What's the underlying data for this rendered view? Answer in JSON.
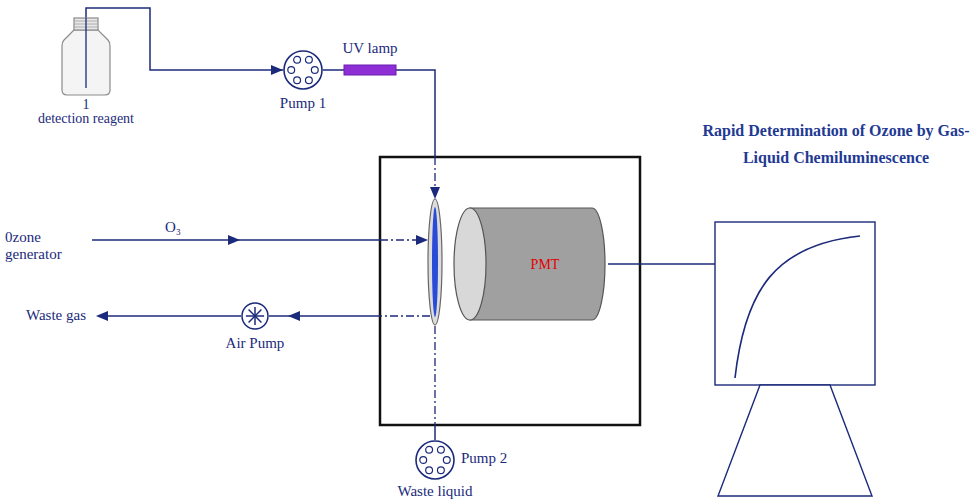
{
  "diagram": {
    "title": "Rapid Determination of Ozone by Gas-Liquid Chemiluminescence",
    "nodes": [
      {
        "text": [
          "1",
          "detection reagent"
        ]
      },
      {
        "text": [
          "Pump 1"
        ]
      },
      {
        "text": [
          "UV lamp"
        ]
      },
      {
        "text": [
          "Air Pump"
        ]
      },
      {
        "text": [
          "Pump 2"
        ]
      },
      {
        "text": [
          "PMT"
        ]
      }
    ],
    "edges": [
      {
        "from": 0,
        "to": 1,
        "arrow": "to"
      },
      {
        "from": 1,
        "to": 2,
        "arrow": "none"
      }
    ],
    "labels": [
      "0zone generator",
      "O₃",
      "Waste gas",
      "Waste liquid"
    ]
  }
}
